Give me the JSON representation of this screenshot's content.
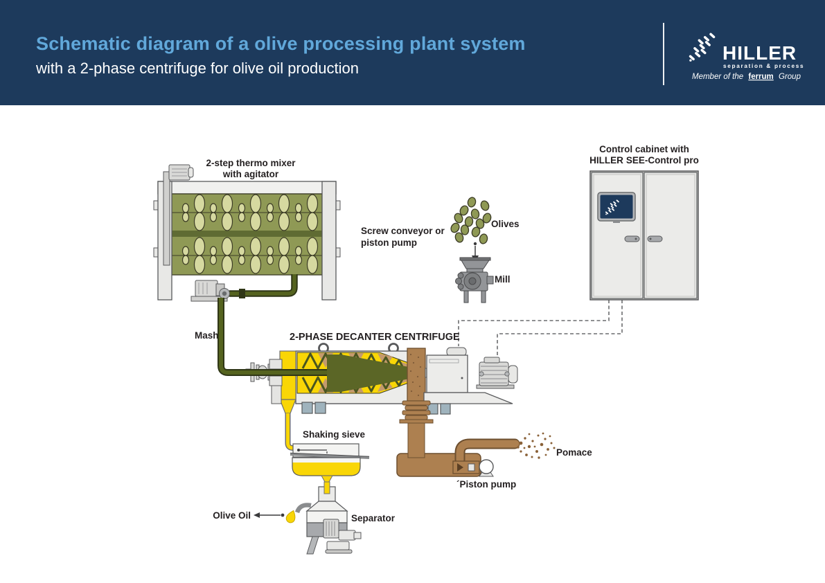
{
  "header": {
    "title": "Schematic diagram of a olive processing plant system",
    "subtitle": "with a 2-phase centrifuge for olive oil production",
    "bg_color": "#1d3a5c",
    "title_color": "#61a8da",
    "logo": {
      "brand": "HILLER",
      "tagline": "separation & process",
      "member_prefix": "Member of the",
      "member_brand": "ferrum",
      "member_suffix": "Group"
    }
  },
  "diagram": {
    "labels": {
      "thermo_mixer_line1": "2-step thermo mixer",
      "thermo_mixer_line2": "with agitator",
      "screw_conveyor_line1": "Screw conveyor or",
      "screw_conveyor_line2": "piston pump",
      "olives": "Olives",
      "mill": "Mill",
      "cabinet_line1": "Control cabinet with",
      "cabinet_brand": "HILLER",
      "cabinet_line2_rest": "SEE-Control pro",
      "mash": "Mash",
      "decanter": "2-PHASE DECANTER CENTRIFUGE",
      "shaking_sieve": "Shaking sieve",
      "separator": "Separator",
      "olive_oil": "Olive Oil",
      "pomace": "Pomace",
      "piston_pump": "´Piston pump"
    },
    "colors": {
      "navy": "#1d3a5c",
      "title_blue": "#61a8da",
      "olive_tank": "#8f9955",
      "olive_paddle": "#d6d9a0",
      "olive_dark": "#55631f",
      "pipe_outline": "#2f3616",
      "yellow": "#f9d606",
      "brown": "#ad8050",
      "brown_dark": "#6d4f2f",
      "machine_gray": "#ececea",
      "outline_gray": "#58595b",
      "foot_gray": "#9fb3bd"
    }
  }
}
